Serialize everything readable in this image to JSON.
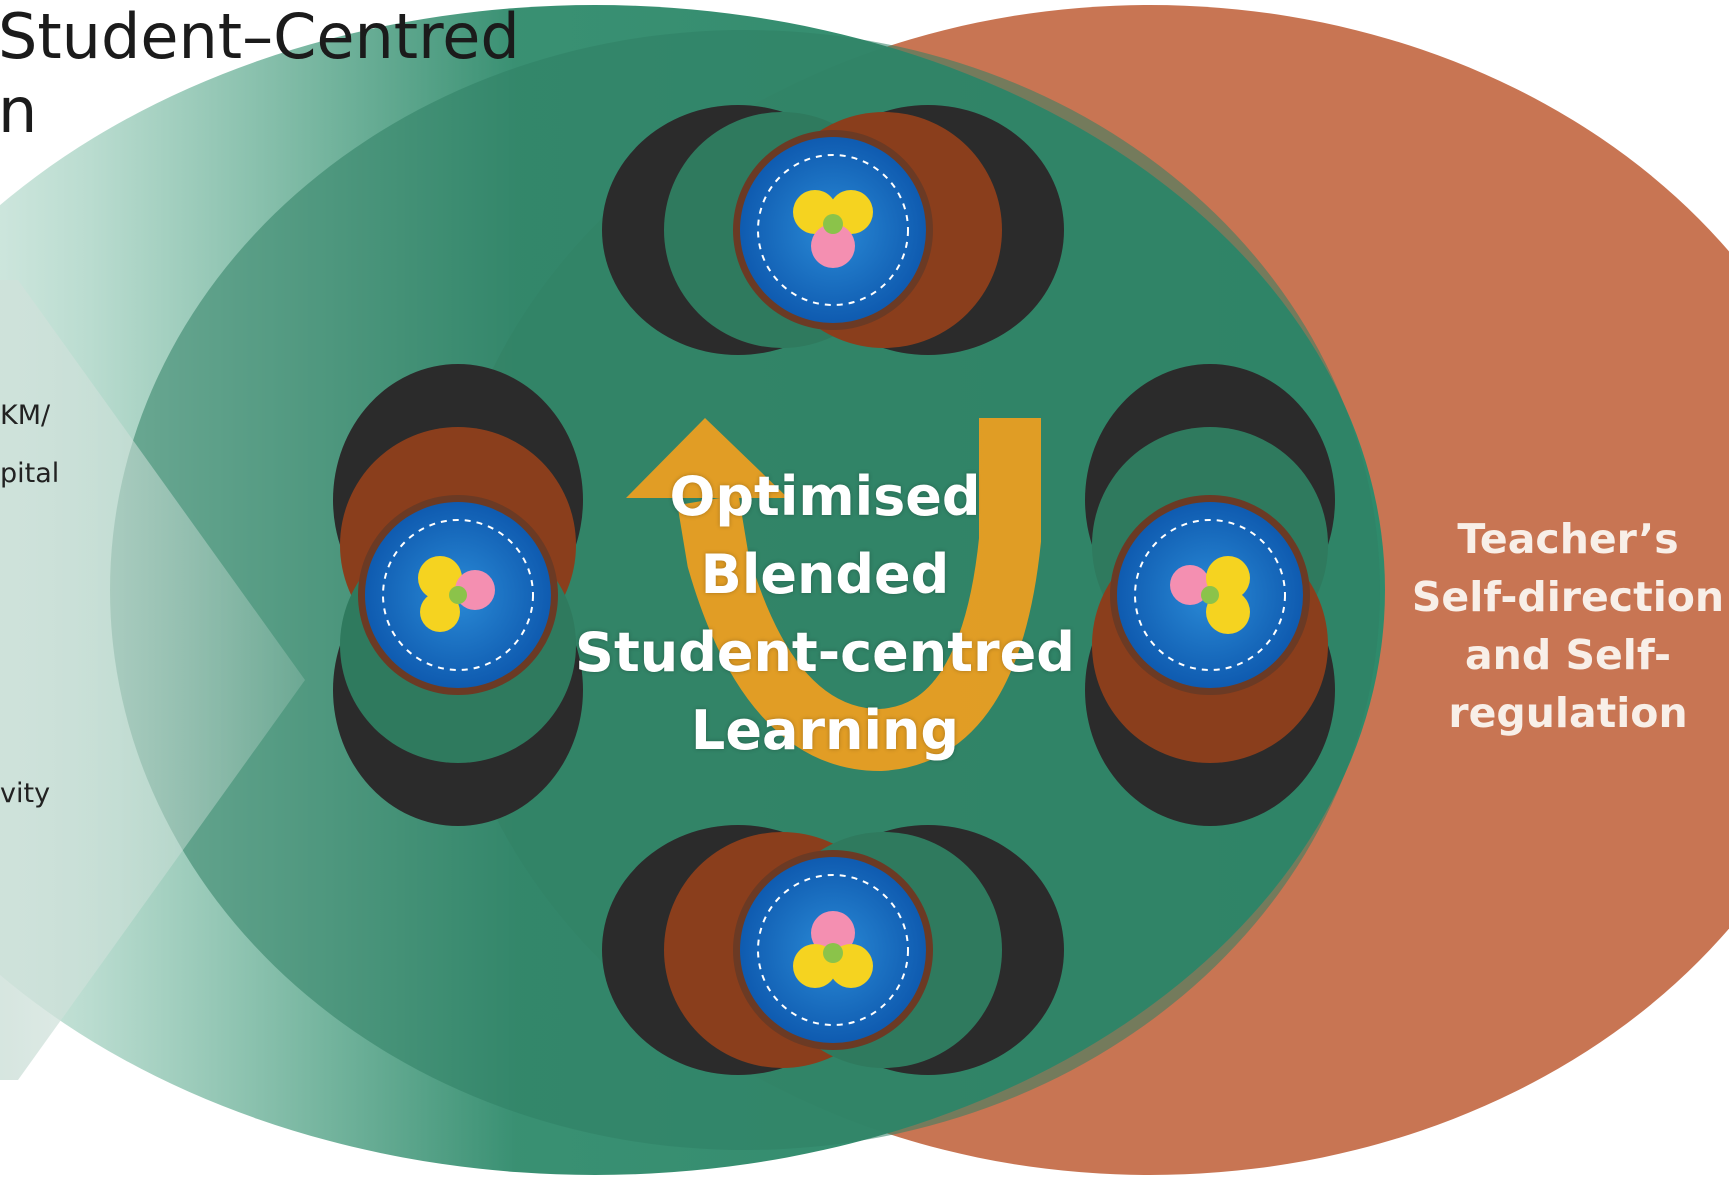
{
  "heading": {
    "line1": "Student–Centred",
    "line2": "n"
  },
  "side_fragments": [
    "KM/",
    "pital",
    "vity"
  ],
  "center_label": [
    "Optimised",
    "Blended",
    "Student-centred",
    "Learning"
  ],
  "right_label": [
    "Teacher’s",
    "Self-direction",
    "and Self-",
    "regulation"
  ],
  "colors": {
    "learner_circle": "#2f8a6b",
    "teacher_circle": "#c56e4a",
    "chevron": "#d6e6e0",
    "arrow": "#f0a020",
    "core_blue": "#1565c0"
  },
  "icons": [
    "cycle-arrow-icon",
    "chevron-arrow-icon"
  ]
}
